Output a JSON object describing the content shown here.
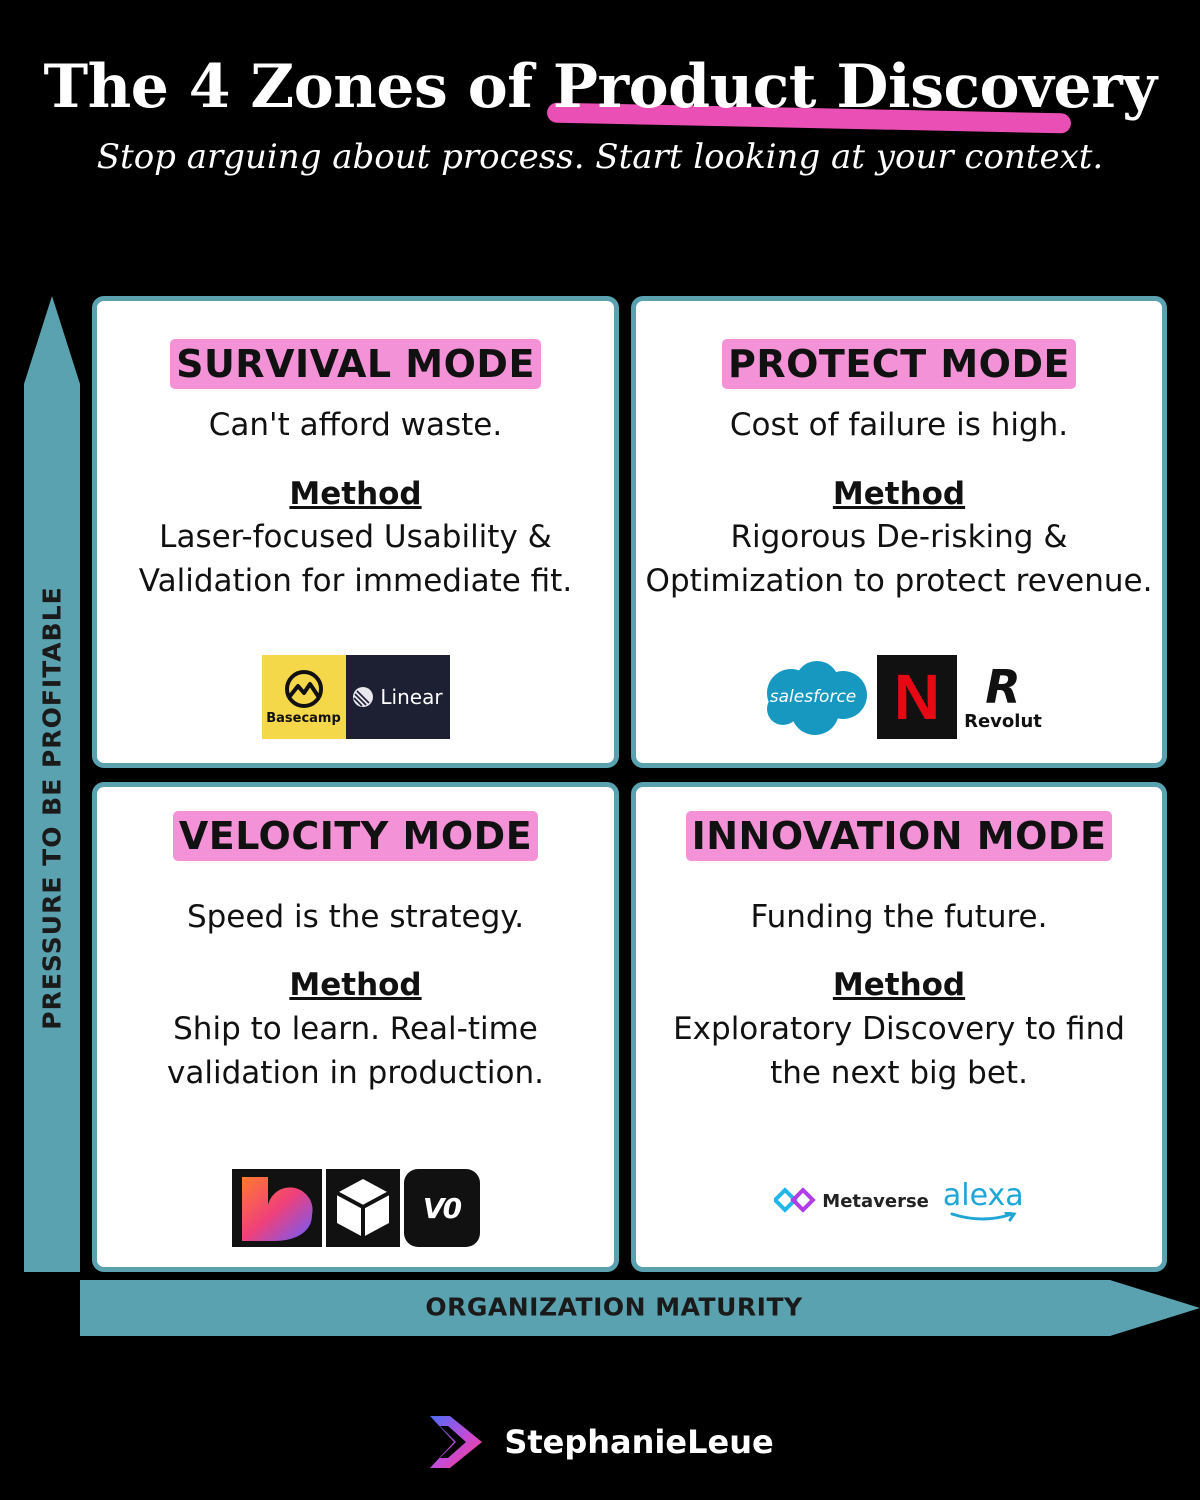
{
  "title": {
    "lead": "The 4 Zones of ",
    "highlight": "Product Discovery"
  },
  "subtitle": "Stop arguing about process. Start looking at your context.",
  "axes": {
    "y_label": "PRESSURE TO BE PROFITABLE",
    "x_label": "ORGANIZATION MATURITY",
    "color": "#5ba2b0"
  },
  "colors": {
    "tag": "#f392d6",
    "brush": "#e94fb4",
    "card_border": "#5ba2b0"
  },
  "quadrants": [
    {
      "name": "SURVIVAL MODE",
      "tagline": "Can't afford waste.",
      "method_label": "Method",
      "method_lines": [
        "Laser-focused Usability &",
        "Validation for immediate fit."
      ],
      "logos": [
        {
          "name": "Basecamp"
        },
        {
          "name": "Linear"
        }
      ]
    },
    {
      "name": "PROTECT MODE",
      "tagline": "Cost of failure is high.",
      "method_label": "Method",
      "method_lines": [
        "Rigorous De-risking &",
        "Optimization to protect revenue."
      ],
      "logos": [
        {
          "name": "salesforce"
        },
        {
          "name": "N"
        },
        {
          "name": "Revolut",
          "mark": "R"
        }
      ]
    },
    {
      "name": "VELOCITY MODE",
      "tagline": "Speed is the strategy.",
      "method_label": "Method",
      "method_lines": [
        "Ship to learn. Real-time",
        "validation in production."
      ],
      "logos": [
        {
          "name": "lovable-logo"
        },
        {
          "name": "bolt-cube-logo"
        },
        {
          "name": "v0",
          "mark": "V0"
        }
      ]
    },
    {
      "name": "INNOVATION MODE",
      "tagline": "Funding the future.",
      "method_label": "Method",
      "method_lines": [
        "Exploratory Discovery to find",
        "the next big bet."
      ],
      "logos": [
        {
          "name": "Metaverse"
        },
        {
          "name": "alexa"
        }
      ]
    }
  ],
  "brand": {
    "name": "StephanieLeue"
  }
}
